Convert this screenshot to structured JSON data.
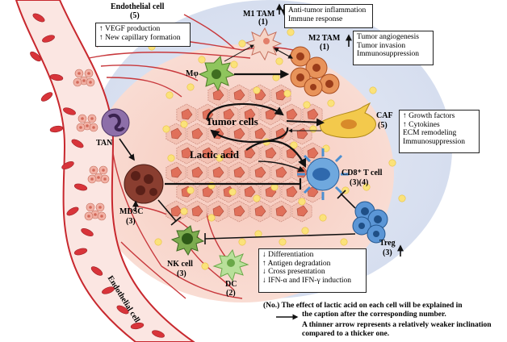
{
  "labels": {
    "endothelial_top": "Endothelial cell",
    "endothelial_top_num": "(5)",
    "endothelial_side": "Endothelial cell",
    "m1_tam": "M1 TAM",
    "m1_num": "(1)",
    "m2_tam": "M2  TAM",
    "m2_num": "(1)",
    "macrophage": "Mφ",
    "tan": "TAN",
    "tumor_cells": "Tumor cells",
    "lactic_acid": "Lactic acid",
    "caf": "CAF",
    "caf_num": "(5)",
    "cd8_t_cell": "CD8⁺ T cell",
    "cd8_num": "(3)(4)",
    "mdsc": "MDSC",
    "mdsc_num": "(3)",
    "nk_cell": "NK cell",
    "nk_num": "(3)",
    "dc": "DC",
    "dc_num": "(2)",
    "treg": "Treg",
    "treg_num": "(3)"
  },
  "boxes": {
    "endothelial": [
      "↑ VEGF production",
      "↑ New capillary formation"
    ],
    "m1": [
      "Anti-tumor inflammation",
      "Immune response"
    ],
    "m2": [
      "Tumor angiogenesis",
      "Tumor invasion",
      "Immunosuppression"
    ],
    "caf": [
      "↑ Growth factors",
      "↑ Cytokines",
      "ECM remodeling",
      "Immunosuppression"
    ],
    "dc": [
      "↓ Differentiation",
      "↑ Antigen degradation",
      "↓ Cross presentation",
      "↓ IFN-α and IFN-γ induction"
    ]
  },
  "footnotes": {
    "line1": "(No.) The effect of lactic acid on each cell will be explained in",
    "line2": "the caption after the corresponding number.",
    "line3": "A thinner arrow represents a relatively weaker inclination",
    "line4": "compared to a thicker one."
  },
  "colors": {
    "vessel_wall": "#c8282e",
    "vessel_fill": "#fbe3df",
    "rbc": "#d8343a",
    "tme_blue": "#dfe5f3",
    "tumor_pink": "#f5c9bd",
    "tumor_cell": "#e88c77",
    "lactate_dot": "#fbe27a",
    "macrophage_green": "#6fae44",
    "m2_orange": "#d9793c",
    "caf_yellow": "#f4c84a",
    "cd8_blue": "#4c8fd1",
    "treg_blue": "#3f7fc8",
    "tan_purple": "#7a5e95",
    "mdsc_brown": "#7b3227",
    "nk_green": "#4d8a3a",
    "dc_green": "#a9d78a"
  }
}
